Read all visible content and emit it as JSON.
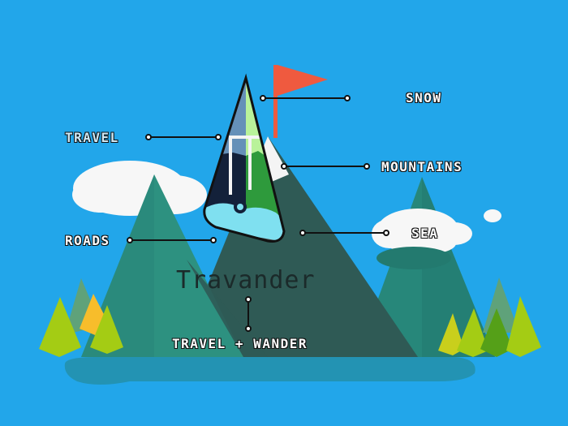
{
  "brand": {
    "title": "Travander",
    "tagline": "TRAVEL + WANDER"
  },
  "labels": {
    "snow": "SNOW",
    "travel": "TRAVEL",
    "mountains": "MOUNTAINS",
    "roads": "ROADS",
    "sea": "SEA"
  },
  "colors": {
    "sky": "#22a6ea",
    "flag": "#ef5a3f",
    "mountain_dark": "#2f5a55",
    "mountain_teal": "#27877a",
    "lake": "#2393b3",
    "cloud": "#f7f7f7",
    "tree_lime": "#a4cc14",
    "tree_yellow": "#f7bd2b",
    "logo_navy": "#13213a",
    "logo_green": "#2e9a3c",
    "logo_wave": "#7fe0f0"
  }
}
